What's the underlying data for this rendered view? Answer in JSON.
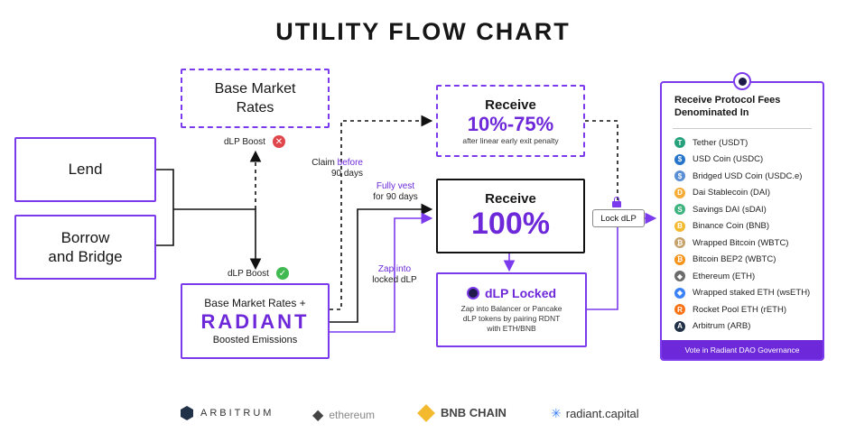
{
  "title": "UTILITY FLOW CHART",
  "nodes": {
    "lend": "Lend",
    "borrow_bridge": [
      "Borrow",
      "and Bridge"
    ],
    "base_market_rates": [
      "Base Market",
      "Rates"
    ],
    "boosted": {
      "line1": "Base Market Rates +",
      "brand": "RADIANT",
      "line3": "Boosted Emissions"
    },
    "receive_partial": {
      "heading": "Receive",
      "value": "10%-75%",
      "note": "after linear early exit penalty"
    },
    "receive_full": {
      "heading": "Receive",
      "value": "100%"
    },
    "dlp_locked": {
      "heading": "dLP Locked",
      "note": [
        "Zap into Balancer or Pancake",
        "dLP tokens by pairing RDNT",
        "with ETH/BNB"
      ]
    },
    "fees": {
      "heading": [
        "Receive Protocol Fees",
        "Denominated In"
      ],
      "footer": "Vote in  Radiant DAO Governance"
    }
  },
  "labels": {
    "dlp_boost_no": "dLP Boost",
    "dlp_boost_yes": "dLP Boost",
    "claim_before": "Claim",
    "claim_before_em": "before",
    "claim_days": "90 days",
    "fully_vest": "Fully vest",
    "fully_vest_days": "for 90 days",
    "zap_into": "Zap into",
    "zap_locked": "locked dLP",
    "lock_dlp": "Lock dLP"
  },
  "tokens": [
    {
      "name": "Tether (USDT)",
      "color": "#26a17b",
      "glyph": "T"
    },
    {
      "name": "USD Coin (USDC)",
      "color": "#2775ca",
      "glyph": "$"
    },
    {
      "name": "Bridged USD Coin (USDC.e)",
      "color": "#5a8fd6",
      "glyph": "$"
    },
    {
      "name": "Dai Stablecoin (DAI)",
      "color": "#f5ac37",
      "glyph": "D"
    },
    {
      "name": "Savings DAI (sDAI)",
      "color": "#3fb37f",
      "glyph": "S"
    },
    {
      "name": "Binance Coin (BNB)",
      "color": "#f3ba2f",
      "glyph": "B"
    },
    {
      "name": "Wrapped Bitcoin (WBTC)",
      "color": "#c6a26b",
      "glyph": "₿"
    },
    {
      "name": "Bitcoin BEP2 (WBTC)",
      "color": "#f7931a",
      "glyph": "₿"
    },
    {
      "name": "Ethereum (ETH)",
      "color": "#6b6b6b",
      "glyph": "◆"
    },
    {
      "name": "Wrapped staked ETH (wsETH)",
      "color": "#3b82f6",
      "glyph": "◆"
    },
    {
      "name": "Rocket Pool ETH (rETH)",
      "color": "#f97316",
      "glyph": "R"
    },
    {
      "name": "Arbitrum (ARB)",
      "color": "#213147",
      "glyph": "A"
    }
  ],
  "partners": [
    "ARBITRUM",
    "ethereum",
    "BNB CHAIN",
    "radiant.capital"
  ],
  "colors": {
    "accent": "#7c3aed",
    "error": "#e0474c",
    "success": "#3fb950"
  }
}
